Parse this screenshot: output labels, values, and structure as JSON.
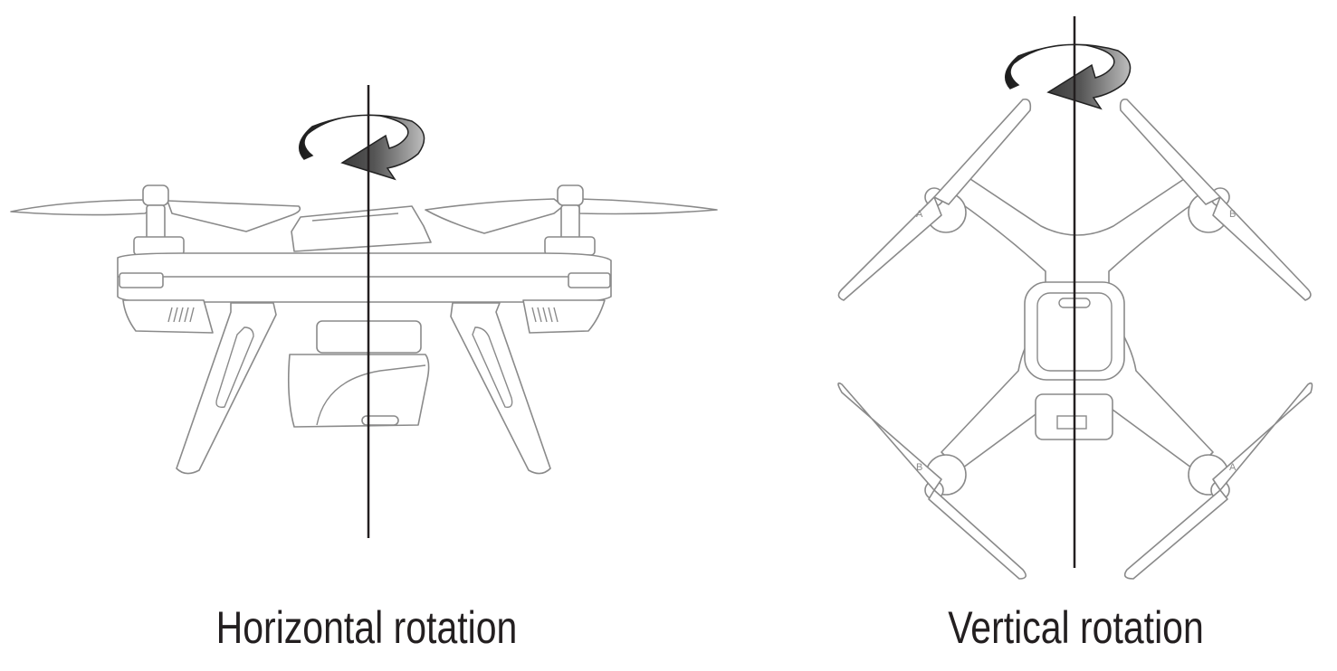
{
  "diagrams": [
    {
      "caption": "Horizontal rotation",
      "icon": "drone-side-view-icon",
      "rotation_icon": "counterclockwise-rotation-arrow-icon"
    },
    {
      "caption": "Vertical rotation",
      "icon": "drone-top-view-icon",
      "rotation_icon": "counterclockwise-rotation-arrow-icon"
    }
  ],
  "motor_labels": {
    "a": "A",
    "b": "B"
  },
  "colors": {
    "line_art": "#8a8a8a",
    "axis": "#231f20",
    "arrow_dark": "#2b2b2b",
    "text": "#231f20"
  }
}
